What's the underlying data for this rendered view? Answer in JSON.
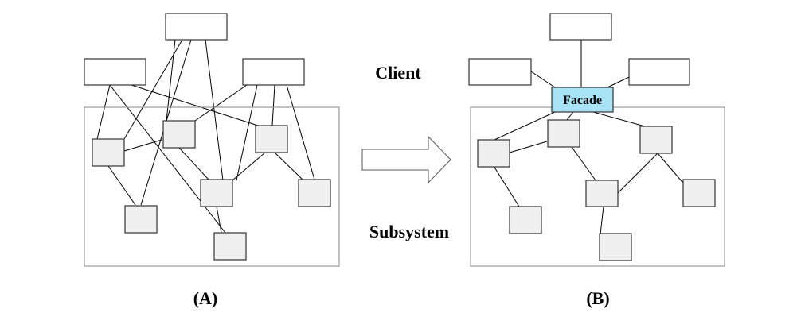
{
  "labels": {
    "client": "Client",
    "subsystem": "Subsystem",
    "facade": "Facade",
    "panel_a": "(A)",
    "panel_b": "(B)"
  },
  "colors": {
    "facade_fill": "#a8e4f6",
    "subsystem_box_fill": "#f0f0f0",
    "frame_stroke": "#999999"
  }
}
